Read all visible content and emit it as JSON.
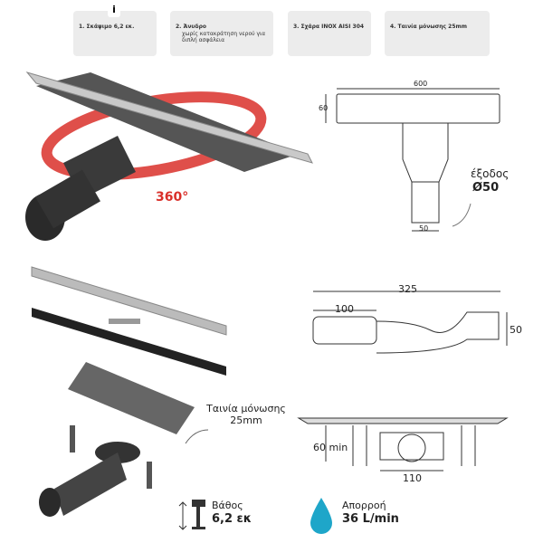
{
  "features": [
    {
      "title": "1. Σκάψιμο 6,2 εκ.",
      "sub": ""
    },
    {
      "title": "2. Άνυδρο",
      "sub": "χωρίς κατακράτηση νερού για διπλή ασφάλεια"
    },
    {
      "title": "3. Σχάρα INOX AISI 304",
      "sub": ""
    },
    {
      "title": "4. Ταινία μόνωσης 25mm",
      "sub": ""
    }
  ],
  "info_icon": "i",
  "rotation_label": "360°",
  "top_drawing": {
    "width": "600",
    "height": "60",
    "outlet_label": "έξοδος",
    "outlet_value": "Ø50",
    "pipe": "50"
  },
  "side_drawing": {
    "length": "325",
    "inlet": "100",
    "height": "50"
  },
  "section_drawing": {
    "depth": "60 min",
    "width": "110"
  },
  "tape_label": "Ταινία μόνωσης 25mm",
  "depth": {
    "label": "Βάθος",
    "value": "6,2 εκ"
  },
  "flow": {
    "label": "Απορροή",
    "value": "36 L/min"
  },
  "colors": {
    "card": "#ececec",
    "accent_red": "#d9302a",
    "drop": "#1ea6c9"
  }
}
